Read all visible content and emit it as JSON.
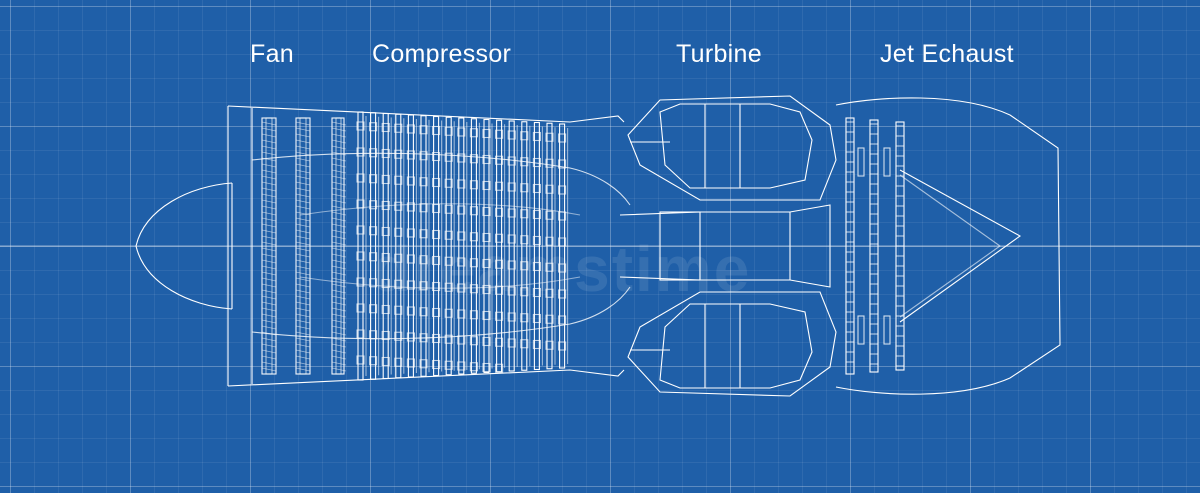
{
  "diagram": {
    "labels": {
      "fan": "Fan",
      "compressor": "Compressor",
      "turbine": "Turbine",
      "exhaust": "Jet Echaust"
    },
    "watermark": "dreamstime"
  },
  "colors": {
    "background": "#1f5fa8",
    "line": "#ffffff",
    "grid": "#ffffff"
  }
}
